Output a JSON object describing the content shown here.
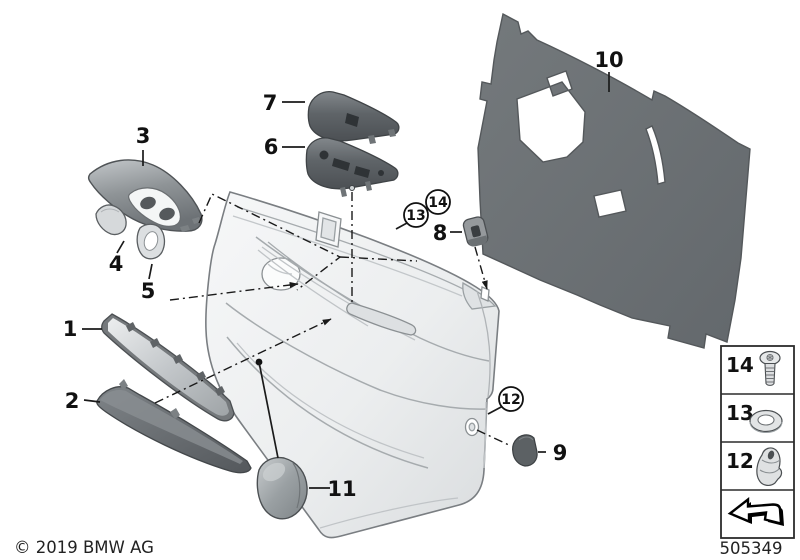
{
  "diagram": {
    "title_hidden": "",
    "copyright": "© 2019 BMW AG",
    "drawing_number": "505349",
    "callouts": [
      {
        "id": "1",
        "circled": false
      },
      {
        "id": "2",
        "circled": false
      },
      {
        "id": "3",
        "circled": false
      },
      {
        "id": "4",
        "circled": false
      },
      {
        "id": "5",
        "circled": false
      },
      {
        "id": "6",
        "circled": false
      },
      {
        "id": "7",
        "circled": false
      },
      {
        "id": "8",
        "circled": false
      },
      {
        "id": "9",
        "circled": false
      },
      {
        "id": "10",
        "circled": false
      },
      {
        "id": "11",
        "circled": false
      },
      {
        "id": "12",
        "circled": true
      },
      {
        "id": "13",
        "circled": true
      },
      {
        "id": "14",
        "circled": true
      }
    ],
    "legend": {
      "rows": [
        {
          "label": "14",
          "icon": "screw-icon"
        },
        {
          "label": "13",
          "icon": "washer-icon"
        },
        {
          "label": "12",
          "icon": "expanding-rivet-icon"
        }
      ],
      "footer_icon": "direction-of-travel-arrow-icon"
    },
    "colors": {
      "insulation_panel": "#6c7175",
      "dark_trim": "#5f6468",
      "door_card": "#eef0f1",
      "line": "#1a1a1a"
    }
  }
}
